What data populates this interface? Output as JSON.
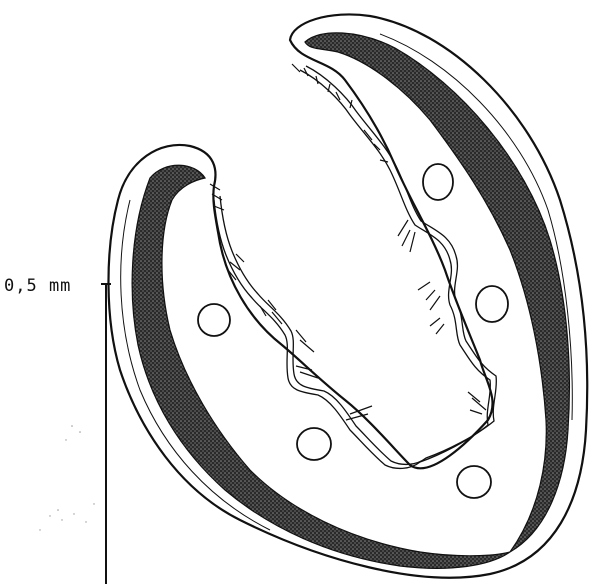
{
  "figure": {
    "scale_bar_label": "0,5 mm",
    "colors": {
      "ink": "#111111",
      "background": "#ffffff",
      "stipple": "#6f6f6f"
    },
    "parts": {
      "outer_wall": "outer-wall",
      "dark_layer": "dark-layer",
      "inner_folded_membrane": "folded-membrane",
      "oval_bodies_count": 5
    }
  }
}
